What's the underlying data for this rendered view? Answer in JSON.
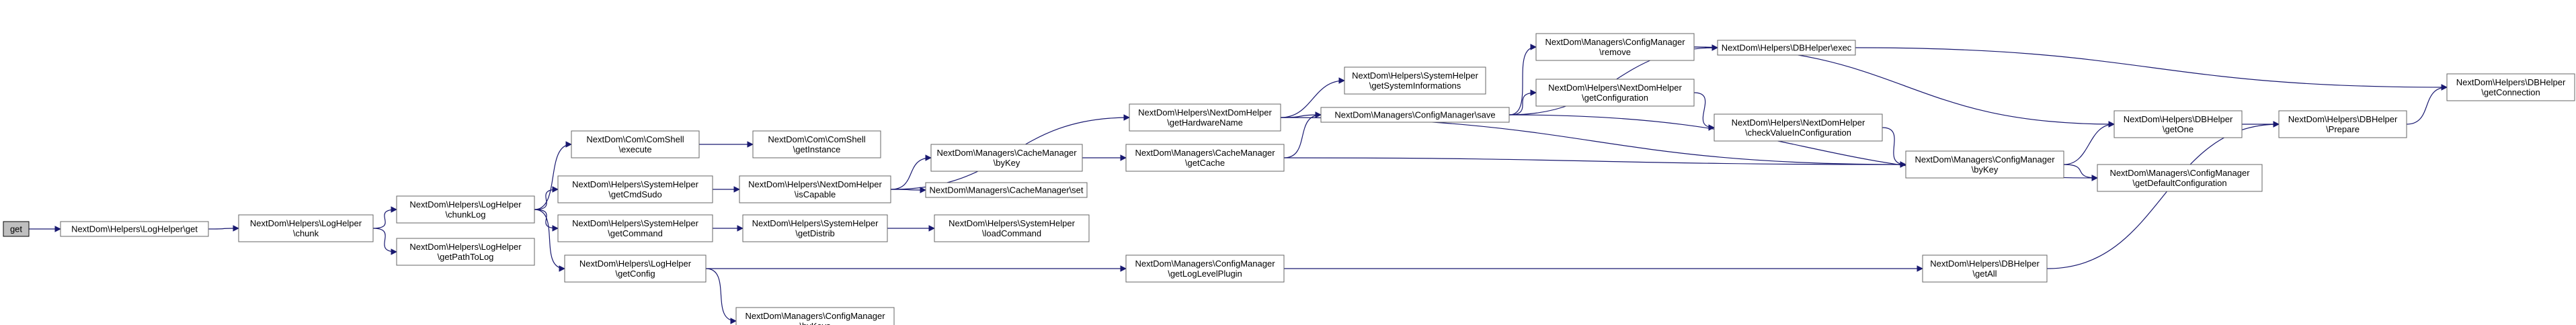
{
  "nodes": [
    {
      "id": "get",
      "lines": [
        "get"
      ],
      "root": true
    },
    {
      "id": "loghelper-get",
      "lines": [
        "NextDom\\Helpers\\LogHelper\\get"
      ]
    },
    {
      "id": "loghelper-chunk",
      "lines": [
        "NextDom\\Helpers\\LogHelper",
        "\\chunk"
      ]
    },
    {
      "id": "loghelper-chunklog",
      "lines": [
        "NextDom\\Helpers\\LogHelper",
        "\\chunkLog"
      ]
    },
    {
      "id": "loghelper-getpathtolog",
      "lines": [
        "NextDom\\Helpers\\LogHelper",
        "\\getPathToLog"
      ]
    },
    {
      "id": "comshell-execute",
      "lines": [
        "NextDom\\Com\\ComShell",
        "\\execute"
      ]
    },
    {
      "id": "comshell-getinstance",
      "lines": [
        "NextDom\\Com\\ComShell",
        "\\getInstance"
      ]
    },
    {
      "id": "systemhelper-getcmdsudo",
      "lines": [
        "NextDom\\Helpers\\SystemHelper",
        "\\getCmdSudo"
      ]
    },
    {
      "id": "systemhelper-getcommand",
      "lines": [
        "NextDom\\Helpers\\SystemHelper",
        "\\getCommand"
      ]
    },
    {
      "id": "loghelper-getconfig",
      "lines": [
        "NextDom\\Helpers\\LogHelper",
        "\\getConfig"
      ]
    },
    {
      "id": "nextdomhelper-iscapable",
      "lines": [
        "NextDom\\Helpers\\NextDomHelper",
        "\\isCapable"
      ]
    },
    {
      "id": "systemhelper-getdistrib",
      "lines": [
        "NextDom\\Helpers\\SystemHelper",
        "\\getDistrib"
      ]
    },
    {
      "id": "configmanager-bykeys",
      "lines": [
        "NextDom\\Managers\\ConfigManager",
        "\\byKeys"
      ]
    },
    {
      "id": "cachemanager-bykey",
      "lines": [
        "NextDom\\Managers\\CacheManager",
        "\\byKey"
      ]
    },
    {
      "id": "cachemanager-set",
      "lines": [
        "NextDom\\Managers\\CacheManager\\set"
      ]
    },
    {
      "id": "systemhelper-loadcommand",
      "lines": [
        "NextDom\\Helpers\\SystemHelper",
        "\\loadCommand"
      ]
    },
    {
      "id": "nextdomhelper-gethardwarename",
      "lines": [
        "NextDom\\Helpers\\NextDomHelper",
        "\\getHardwareName"
      ]
    },
    {
      "id": "cachemanager-getcache",
      "lines": [
        "NextDom\\Managers\\CacheManager",
        "\\getCache"
      ]
    },
    {
      "id": "configmanager-getloglevelplugin",
      "lines": [
        "NextDom\\Managers\\ConfigManager",
        "\\getLogLevelPlugin"
      ]
    },
    {
      "id": "systemhelper-getsysteminformations",
      "lines": [
        "NextDom\\Helpers\\SystemHelper",
        "\\getSystemInformations"
      ]
    },
    {
      "id": "configmanager-save",
      "lines": [
        "NextDom\\Managers\\ConfigManager\\save"
      ]
    },
    {
      "id": "configmanager-remove",
      "lines": [
        "NextDom\\Managers\\ConfigManager",
        "\\remove"
      ]
    },
    {
      "id": "nextdomhelper-getconfiguration",
      "lines": [
        "NextDom\\Helpers\\NextDomHelper",
        "\\getConfiguration"
      ]
    },
    {
      "id": "dbhelper-exec",
      "lines": [
        "NextDom\\Helpers\\DBHelper\\exec"
      ]
    },
    {
      "id": "nextdomhelper-checkvalueinconfiguration",
      "lines": [
        "NextDom\\Helpers\\NextDomHelper",
        "\\checkValueInConfiguration"
      ]
    },
    {
      "id": "configmanager-bykey",
      "lines": [
        "NextDom\\Managers\\ConfigManager",
        "\\byKey"
      ]
    },
    {
      "id": "dbhelper-getall",
      "lines": [
        "NextDom\\Helpers\\DBHelper",
        "\\getAll"
      ]
    },
    {
      "id": "configmanager-getdefaultconfiguration",
      "lines": [
        "NextDom\\Managers\\ConfigManager",
        "\\getDefaultConfiguration"
      ]
    },
    {
      "id": "dbhelper-getone",
      "lines": [
        "NextDom\\Helpers\\DBHelper",
        "\\getOne"
      ]
    },
    {
      "id": "dbhelper-prepare",
      "lines": [
        "NextDom\\Helpers\\DBHelper",
        "\\Prepare"
      ]
    },
    {
      "id": "dbhelper-getconnection",
      "lines": [
        "NextDom\\Helpers\\DBHelper",
        "\\getConnection"
      ]
    }
  ],
  "edges": [
    [
      "get",
      "loghelper-get"
    ],
    [
      "loghelper-get",
      "loghelper-chunk"
    ],
    [
      "loghelper-chunk",
      "loghelper-chunklog"
    ],
    [
      "loghelper-chunk",
      "loghelper-getpathtolog"
    ],
    [
      "loghelper-chunklog",
      "comshell-execute"
    ],
    [
      "loghelper-chunklog",
      "systemhelper-getcmdsudo"
    ],
    [
      "loghelper-chunklog",
      "systemhelper-getcommand"
    ],
    [
      "loghelper-chunklog",
      "loghelper-getconfig"
    ],
    [
      "comshell-execute",
      "comshell-getinstance"
    ],
    [
      "systemhelper-getcmdsudo",
      "nextdomhelper-iscapable"
    ],
    [
      "systemhelper-getcommand",
      "systemhelper-getdistrib"
    ],
    [
      "loghelper-getconfig",
      "configmanager-bykeys"
    ],
    [
      "loghelper-getconfig",
      "configmanager-getloglevelplugin"
    ],
    [
      "nextdomhelper-iscapable",
      "nextdomhelper-gethardwarename"
    ],
    [
      "nextdomhelper-iscapable",
      "cachemanager-bykey"
    ],
    [
      "nextdomhelper-iscapable",
      "cachemanager-set"
    ],
    [
      "systemhelper-getdistrib",
      "systemhelper-loadcommand"
    ],
    [
      "cachemanager-bykey",
      "cachemanager-getcache"
    ],
    [
      "nextdomhelper-gethardwarename",
      "systemhelper-getsysteminformations"
    ],
    [
      "nextdomhelper-gethardwarename",
      "configmanager-save"
    ],
    [
      "nextdomhelper-gethardwarename",
      "configmanager-bykey"
    ],
    [
      "cachemanager-getcache",
      "configmanager-save"
    ],
    [
      "cachemanager-getcache",
      "configmanager-bykey"
    ],
    [
      "configmanager-getloglevelplugin",
      "dbhelper-getall"
    ],
    [
      "configmanager-save",
      "configmanager-remove"
    ],
    [
      "configmanager-save",
      "nextdomhelper-getconfiguration"
    ],
    [
      "configmanager-save",
      "dbhelper-exec"
    ],
    [
      "configmanager-save",
      "configmanager-getdefaultconfiguration"
    ],
    [
      "configmanager-remove",
      "dbhelper-exec"
    ],
    [
      "configmanager-remove",
      "dbhelper-getone"
    ],
    [
      "nextdomhelper-getconfiguration",
      "nextdomhelper-checkvalueinconfiguration"
    ],
    [
      "nextdomhelper-checkvalueinconfiguration",
      "configmanager-bykey"
    ],
    [
      "configmanager-bykey",
      "dbhelper-getone"
    ],
    [
      "configmanager-bykey",
      "configmanager-getdefaultconfiguration"
    ],
    [
      "dbhelper-exec",
      "dbhelper-getconnection"
    ],
    [
      "dbhelper-getone",
      "dbhelper-prepare"
    ],
    [
      "dbhelper-getall",
      "dbhelper-prepare"
    ],
    [
      "dbhelper-prepare",
      "dbhelper-getconnection"
    ]
  ],
  "colors": {
    "edge": "#191970",
    "node_border": "#666666",
    "root_fill": "#bfbfbf"
  }
}
